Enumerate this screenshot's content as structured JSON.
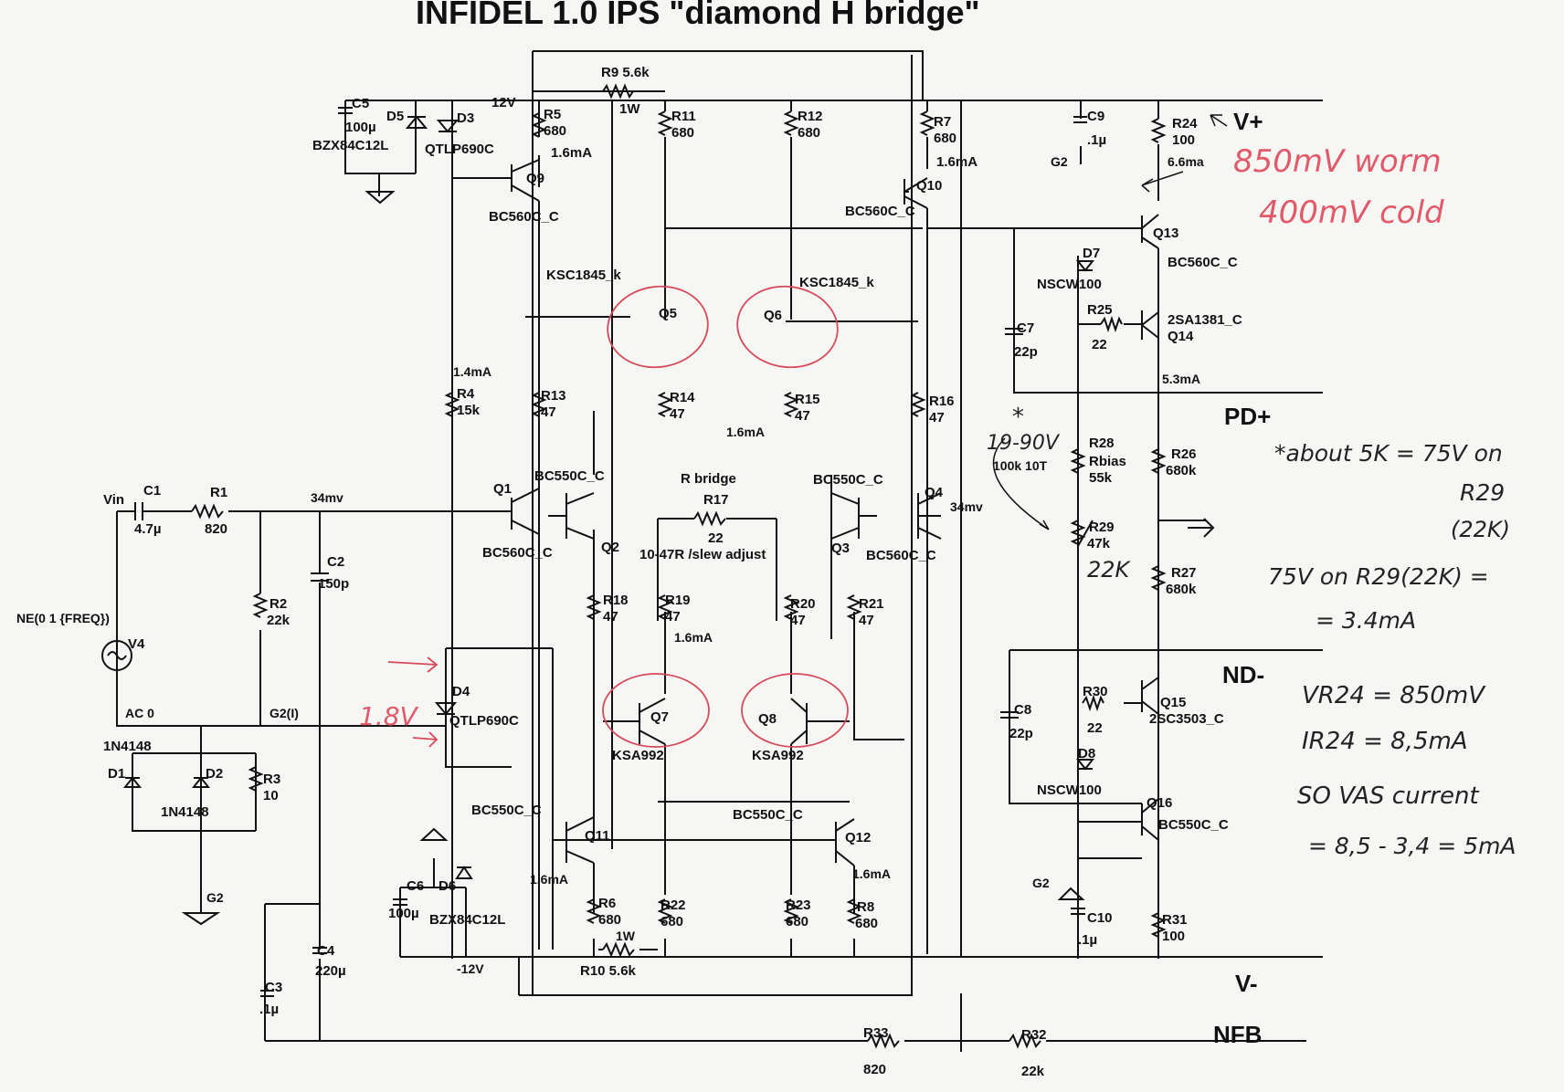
{
  "title": "INFIDEL 1.0 IPS \"diamond H bridge\"",
  "rails": {
    "vplus": "V+",
    "pdplus": "PD+",
    "ndminus": "ND-",
    "vminus": "V-",
    "nfb": "NFB"
  },
  "components": {
    "c5": "C5",
    "c5v": "100µ",
    "d5": "D5",
    "d5p": "BZX84C12L",
    "d3": "D3",
    "d3p": "QTLP690C",
    "v12": "12V",
    "r5": "R5",
    "r5v": "680",
    "i1": "1.6mA",
    "r9": "R9  5.6k",
    "r9w": "1W",
    "r11": "R11",
    "r11v": "680",
    "r12": "R12",
    "r12v": "680",
    "r7": "R7",
    "r7v": "680",
    "i2": "1.6mA",
    "c9": "C9",
    "c9v": ".1µ",
    "g2a": "G2",
    "r24": "R24",
    "r24v": "100",
    "i3": "6.6ma",
    "q9": "Q9",
    "q9p": "BC560C_C",
    "q10": "Q10",
    "q10p": "BC560C_C",
    "q13": "Q13",
    "q13p": "BC560C_C",
    "d7": "D7",
    "d7p": "NSCW100",
    "r25": "R25",
    "r25v": "22",
    "c7": "C7",
    "c7v": "22p",
    "q14p": "2SA1381_C",
    "q14": "Q14",
    "i4": "5.3mA",
    "q5p": "KSC1845_k",
    "q5": "Q5",
    "q6p": "KSC1845_k",
    "q6": "Q6",
    "i5": "1.4mA",
    "r4": "R4",
    "r4v": "15k",
    "r13": "R13",
    "r13v": "47",
    "r14": "R14",
    "r14v": "47",
    "r15": "R15",
    "r15v": "47",
    "r16": "R16",
    "r16v": "47",
    "i6": "1.6mA",
    "r28": "R28",
    "r28b": "Rbias",
    "r28v": "55k",
    "r28p": "100k 10T",
    "r26": "R26",
    "r26v": "680k",
    "vin": "Vin",
    "c1": "C1",
    "c1v": "4.7µ",
    "r1": "R1",
    "r1v": "820",
    "mv1": "34mv",
    "q1": "Q1",
    "q1p": "BC550C_C",
    "rbridge": "R bridge",
    "r17": "R17",
    "r17v": "22",
    "q3p": "BC550C_C",
    "q4": "Q4",
    "mv2": "34mv",
    "q1b": "BC560C_C",
    "q2": "Q2",
    "slew": "10-47R /slew adjust",
    "q3": "Q3",
    "q4p": "BC560C_C",
    "r29": "R29",
    "r29v": "47k",
    "r27": "R27",
    "r27v": "680k",
    "c2": "C2",
    "c2v": "150p",
    "r2": "R2",
    "r2v": "22k",
    "ne": "NE(0 1 {FREQ})",
    "v4": "V4",
    "ac0": "AC 0",
    "g2i": "G2(I)",
    "r18": "R18",
    "r18v": "47",
    "r19": "R19",
    "r19v": "47",
    "i7": "1.6mA",
    "r20": "R20",
    "r20v": "47",
    "r21": "R21",
    "r21v": "47",
    "d4": "D4",
    "d4p": "QTLP690C",
    "q7": "Q7",
    "q7p": "KSA992",
    "q8": "Q8",
    "q8p": "KSA992",
    "r30": "R30",
    "r30v": "22",
    "q15": "Q15",
    "q15p": "2SC3503_C",
    "c8": "C8",
    "c8v": "22p",
    "d8": "D8",
    "d8p": "NSCW100",
    "q16": "Q16",
    "q16p": "BC550C_C",
    "n4148a": "1N4148",
    "d1": "D1",
    "d2": "D2",
    "n4148b": "1N4148",
    "r3": "R3",
    "r3v": "10",
    "q11p": "BC550C_C",
    "q11": "Q11",
    "q12p": "BC550C_C",
    "q12": "Q12",
    "i8": "1.6mA",
    "i9": "1.6mA",
    "c6": "C6",
    "c6v": "100µ",
    "d6": "D6",
    "d6p": "BZX84C12L",
    "g2b": "G2",
    "r6": "R6",
    "r6v": "680",
    "r22": "R22",
    "r22v": "680",
    "r23": "R23",
    "r23v": "680",
    "r8": "R8",
    "r8v": "680",
    "r10w": "1W",
    "r10": "R10 5.6k",
    "vm12": "-12V",
    "c4": "C4",
    "c4v": "220µ",
    "c3": "C3",
    "c3v": ".1µ",
    "g2c": "G2",
    "c10": "C10",
    "c10v": ".1µ",
    "r31": "R31",
    "r31v": "100",
    "r33": "R33",
    "r33v": "820",
    "r32": "R32",
    "r32v": "22k"
  },
  "notes": {
    "warm": "850mV  worm",
    "cold": "400mV  cold",
    "v1990": "19-90V",
    "star": "*",
    "r29k": "22K",
    "v18": "1.8V",
    "n1": "*about 5K = 75V on",
    "n2": "R29",
    "n3": "(22K)",
    "n4": "75V on R29(22K) =",
    "n5": "= 3.4mA",
    "n6": "VR24 = 850mV",
    "n7": "IR24 = 8,5mA",
    "n8": "SO VAS current",
    "n9": "= 8,5 - 3,4 = 5mA"
  },
  "colors": {
    "ink": "#111111",
    "paper": "#f6f6f4",
    "annotation_red": "#d64a5a",
    "pencil": "#222222"
  }
}
